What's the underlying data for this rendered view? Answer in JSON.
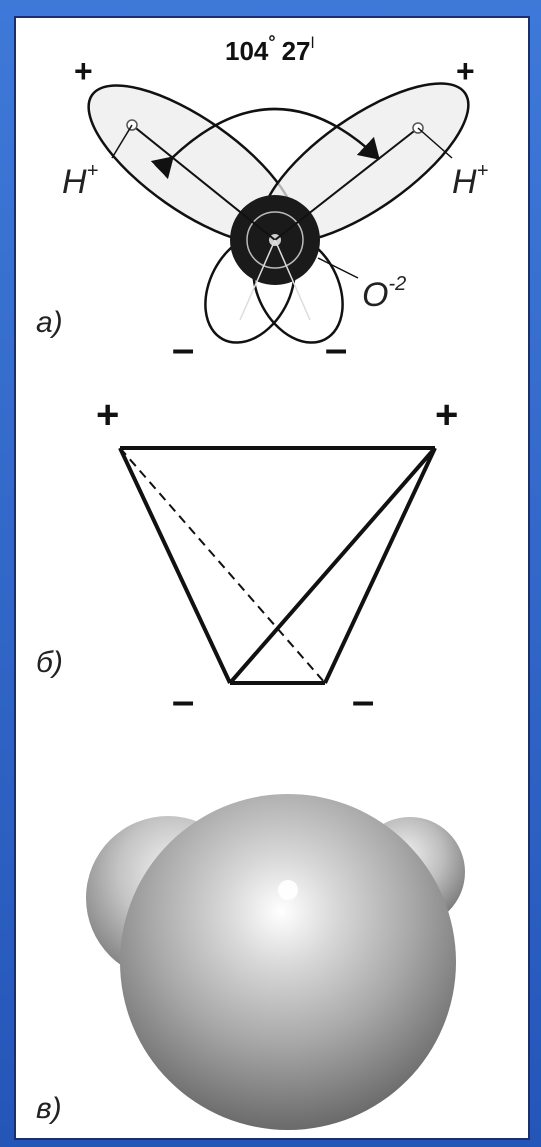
{
  "diagram_a": {
    "panel_label": "а)",
    "angle_degrees": "104",
    "degree_mark": "°",
    "angle_minutes": "27",
    "minute_mark": "ǀ",
    "plus_left": "+",
    "plus_right": "+",
    "hydrogen_left": "H",
    "hydrogen_right": "H",
    "hydrogen_charge": "+",
    "oxygen": "O",
    "oxygen_charge": "-2",
    "minus_left": "–",
    "minus_right": "–"
  },
  "diagram_b": {
    "panel_label": "б)",
    "plus_left": "+",
    "plus_right": "+",
    "minus_left": "–",
    "minus_right": "–"
  },
  "diagram_c": {
    "panel_label": "в)"
  },
  "colors": {
    "background": "#2a5fc4",
    "panel": "#ffffff",
    "ink": "#111111",
    "oxygen_core": "#1a1a1a",
    "lobe_fill": "#ebebeb"
  }
}
